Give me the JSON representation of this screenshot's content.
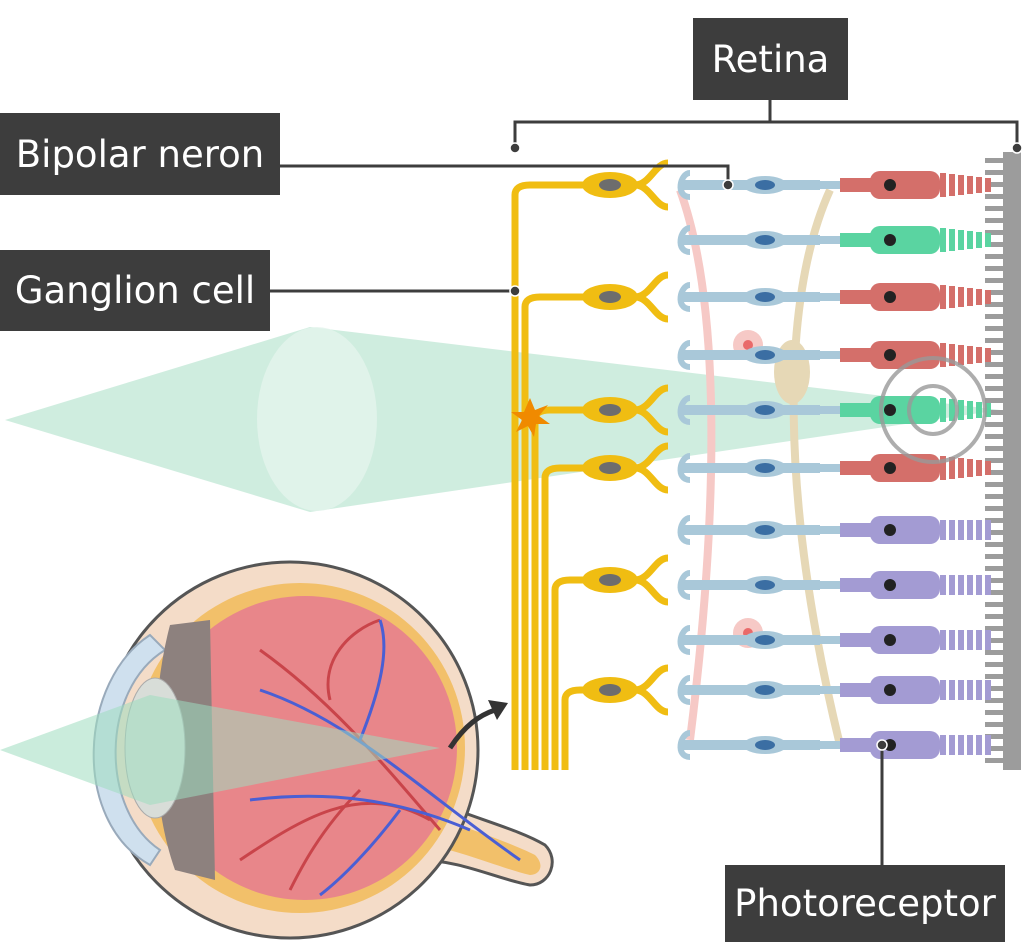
{
  "labels": {
    "retina": "Retina",
    "bipolar": "Bipolar neron",
    "ganglion": "Ganglion cell",
    "photoreceptor": "Photoreceptor"
  },
  "colors": {
    "label_bg": "#3d3d3d",
    "light_beam": "#9fdcc0",
    "ganglion": "#f0bd12",
    "bipolar": "#a9c8d9",
    "bipolar_nucleus": "#3b6ea3",
    "amacrine": "#f6c9c6",
    "horizontal": "#e6d8b6",
    "cone_red": "#d46f6a",
    "cone_green": "#5ad4a1",
    "rod": "#a39bd3",
    "pigment": "#9c9c9c",
    "eye_inner": "#e8868a",
    "eye_layer": "#f2c06a",
    "vessel_red": "#c9444a",
    "vessel_blue": "#4a5fd4"
  },
  "photoreceptor_rows": [
    "cone_red",
    "cone_green",
    "cone_red",
    "cone_red",
    "cone_green",
    "cone_red",
    "rod",
    "rod",
    "rod",
    "rod",
    "rod"
  ]
}
